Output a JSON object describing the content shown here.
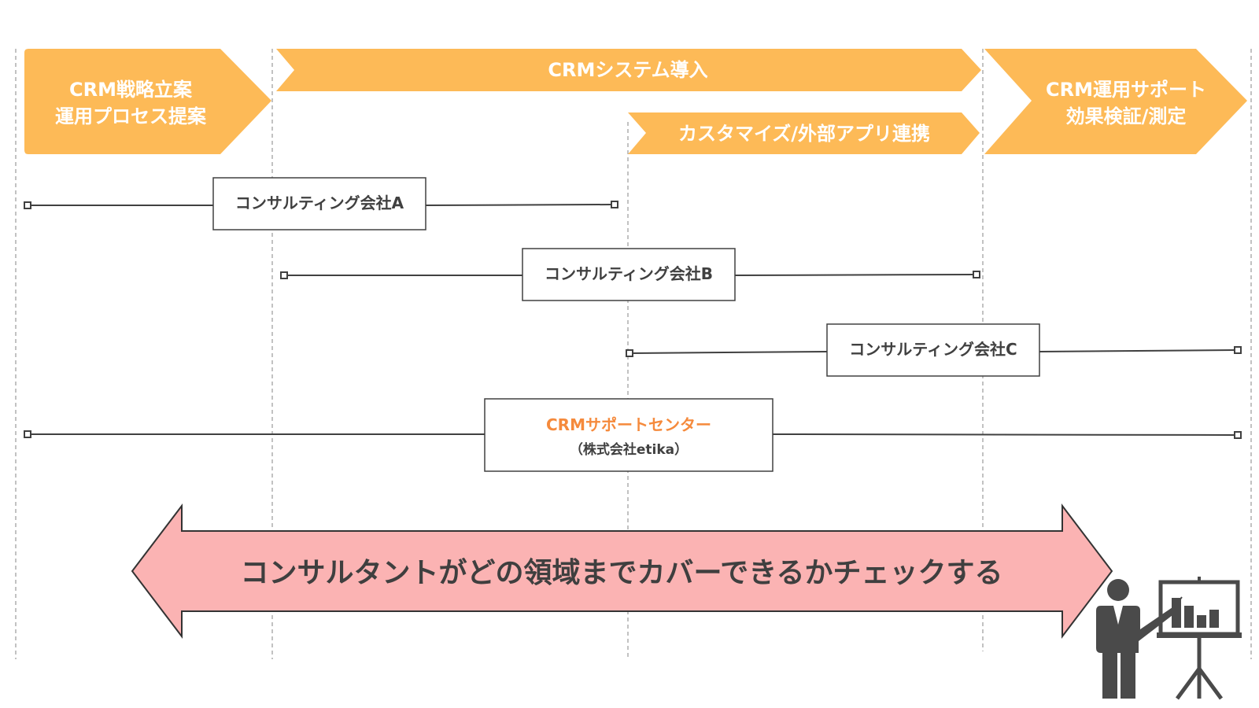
{
  "phases": {
    "strategy": {
      "line1": "CRM戦略立案",
      "line2": "運用プロセス提案"
    },
    "system_intro": "CRMシステム導入",
    "customize": "カスタマイズ/外部アプリ連携",
    "operation": {
      "line1": "CRM運用サポート",
      "line2": "効果検証/測定"
    }
  },
  "companies": [
    {
      "name": "コンサルティング会社A"
    },
    {
      "name": "コンサルティング会社B"
    },
    {
      "name": "コンサルティング会社C"
    },
    {
      "name": "CRMサポートセンター",
      "sub": "（株式会社etika）"
    }
  ],
  "banner": {
    "text": "コンサルタントがどの領域までカバーできるかチェックする"
  },
  "colors": {
    "phase_fill": "#FDBA57",
    "accent": "#F58A3C",
    "banner_fill": "#FBB3B3",
    "text_dark": "#404040"
  },
  "icons": [
    "presenter-icon",
    "bar-chart-board-icon"
  ]
}
